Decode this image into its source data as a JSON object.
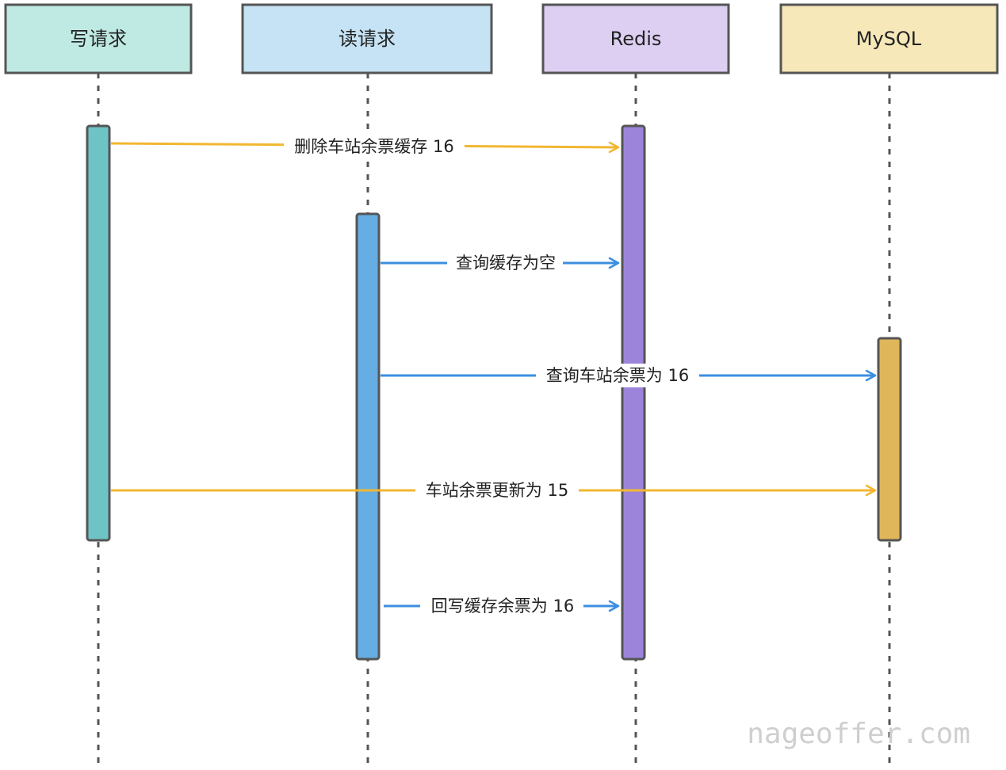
{
  "participants": [
    {
      "label": "写请求",
      "fill": "#bfeae3"
    },
    {
      "label": "读请求",
      "fill": "#c5e3f4"
    },
    {
      "label": "Redis",
      "fill": "#dccff2"
    },
    {
      "label": "MySQL",
      "fill": "#f7e8b9"
    }
  ],
  "activations": [
    {
      "participant": "写请求",
      "fill": "#6ec4c4"
    },
    {
      "participant": "读请求",
      "fill": "#65ade2"
    },
    {
      "participant": "Redis",
      "fill": "#9c84db"
    },
    {
      "participant": "MySQL",
      "fill": "#dfb65a"
    }
  ],
  "messages": [
    {
      "from": "写请求",
      "to": "Redis",
      "label": "删除车站余票缓存 16",
      "color": "#f2b731"
    },
    {
      "from": "读请求",
      "to": "Redis",
      "label": "查询缓存为空",
      "color": "#3b8fe0"
    },
    {
      "from": "读请求",
      "to": "MySQL",
      "label": "查询车站余票为 16",
      "color": "#3b8fe0"
    },
    {
      "from": "写请求",
      "to": "MySQL",
      "label": "车站余票更新为 15",
      "color": "#f2b731"
    },
    {
      "from": "读请求",
      "to": "Redis",
      "label": "回写缓存余票为 16",
      "color": "#3b8fe0"
    }
  ],
  "watermark": "nageoffer.com"
}
